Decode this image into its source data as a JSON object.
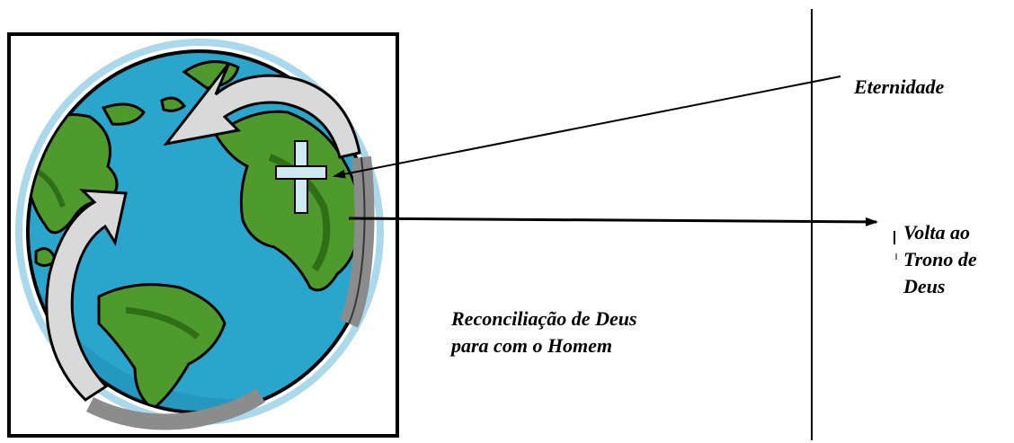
{
  "labels": {
    "eternidade": "Eternidade",
    "volta_ao_trono": [
      "Volta ao",
      "Trono de",
      "Deus"
    ],
    "reconciliacao": [
      "Reconciliação de Deus",
      "para com o Homem"
    ]
  },
  "colors": {
    "frame": "#000000",
    "ocean": "#2aa6cc",
    "ocean_dark": "#1b7ea3",
    "land": "#4f9a2c",
    "land_dark": "#2f6f18",
    "halo": "#a9d9ea",
    "arrow_fill": "#d9d9d9",
    "arrow_shade": "#8c8c8c",
    "cross": "#cfe9f0"
  },
  "icons": [
    "globe-icon",
    "cross-icon",
    "circular-arrows-icon"
  ]
}
